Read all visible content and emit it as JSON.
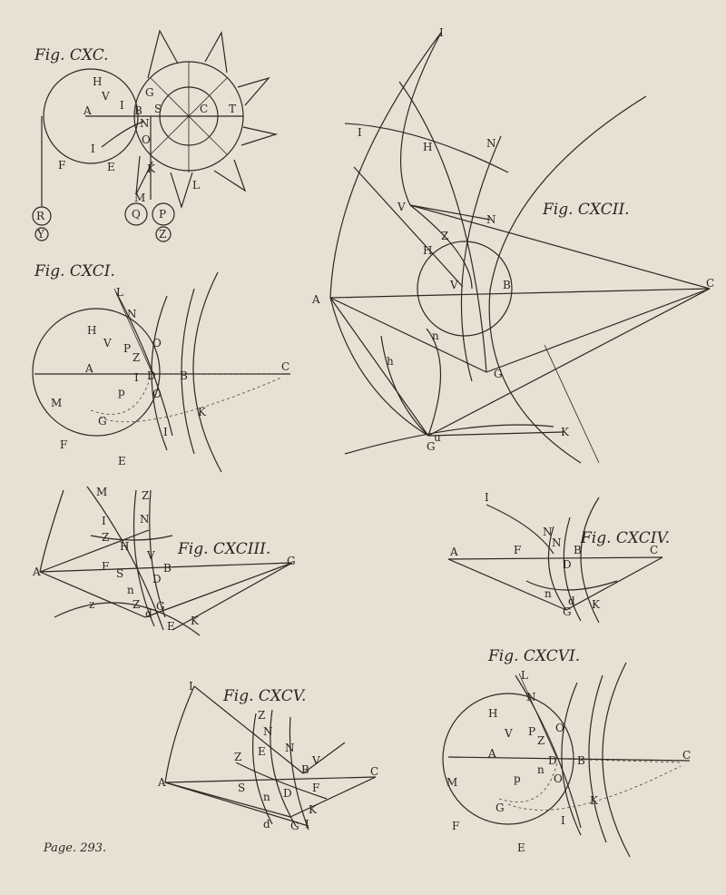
{
  "plate": {
    "page_label": "Page. 293.",
    "background": "#e6e1d3",
    "ink": "#2a2520"
  },
  "figures": {
    "fig190": {
      "title": "Fig. CXC.",
      "labels": [
        "H",
        "V",
        "A",
        "I",
        "B",
        "S",
        "G",
        "C",
        "T",
        "N",
        "O",
        "I",
        "F",
        "E",
        "K",
        "L",
        "M",
        "Q",
        "P",
        "R",
        "Y",
        "Z"
      ]
    },
    "fig191": {
      "title": "Fig. CXCI.",
      "labels": [
        "L",
        "N",
        "H",
        "V",
        "P",
        "Z",
        "O",
        "A",
        "D",
        "B",
        "C",
        "I",
        "p",
        "O",
        "M",
        "G",
        "K",
        "I",
        "F",
        "E"
      ]
    },
    "fig192": {
      "title": "Fig. CXCII.",
      "labels": [
        "I",
        "I",
        "H",
        "N",
        "V",
        "N",
        "Z",
        "H",
        "A",
        "V",
        "B",
        "C",
        "n",
        "h",
        "G",
        "u",
        "G",
        "K"
      ]
    },
    "fig193": {
      "title": "Fig. CXCIII.",
      "labels": [
        "M",
        "Z",
        "I",
        "N",
        "Z",
        "H",
        "V",
        "B",
        "A",
        "F",
        "S",
        "D",
        "G",
        "n",
        "z",
        "Z",
        "d",
        "G",
        "E",
        "K"
      ]
    },
    "fig194": {
      "title": "Fig. CXCIV.",
      "labels": [
        "I",
        "N",
        "N",
        "A",
        "F",
        "B",
        "C",
        "D",
        "n",
        "d",
        "G",
        "K"
      ]
    },
    "fig195": {
      "title": "Fig. CXCV.",
      "labels": [
        "I",
        "Z",
        "N",
        "E",
        "N",
        "Z",
        "V",
        "A",
        "B",
        "C",
        "S",
        "n",
        "D",
        "F",
        "K",
        "d",
        "G",
        "I"
      ]
    },
    "fig196": {
      "title": "Fig. CXCVI.",
      "labels": [
        "L",
        "N",
        "H",
        "V",
        "P",
        "Z",
        "O",
        "A",
        "D",
        "B",
        "C",
        "M",
        "p",
        "n",
        "O",
        "G",
        "K",
        "I",
        "F",
        "E"
      ]
    }
  }
}
